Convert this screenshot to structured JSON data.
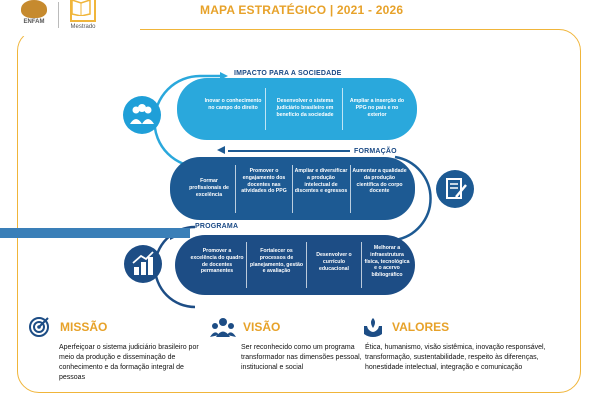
{
  "header": {
    "title": "MAPA ESTRATÉGICO | 2021 - 2026",
    "logo_enfam": "ENFAM",
    "logo_mestrado": "Mestrado"
  },
  "impacto": {
    "title": "IMPACTO PARA A SOCIEDADE",
    "items": [
      "Inovar o conhecimento no campo do direito",
      "Desenvolver o sistema judiciário brasileiro em benefício da sociedade",
      "Ampliar a inserção do PPG no país e no exterior"
    ]
  },
  "formacao": {
    "title": "FORMAÇÃO",
    "items": [
      "Formar profissionais de excelência",
      "Promover o engajamento dos docentes nas atividades do PPG",
      "Ampliar e diversificar a produção intelectual de discentes e egressos",
      "Aumentar a qualidade da produção científica do corpo docente"
    ]
  },
  "programa": {
    "title": "PROGRAMA",
    "items": [
      "Promover a excelência do quadro de docentes permanentes",
      "Fortalecer os processos de planejamento, gestão e avaliação",
      "Desenvolver o currículo educacional",
      "Melhorar a infraestrutura física, tecnológica e o acervo bibliográfico"
    ]
  },
  "missao": {
    "title": "MISSÃO",
    "text": "Aperfeiçoar o sistema judiciário brasileiro por meio da produção e disseminação de conhecimento e da formação integral de pessoas"
  },
  "visao": {
    "title": "VISÃO",
    "text": "Ser reconhecido como um programa transformador nas dimensões pessoal, institucional e social"
  },
  "valores": {
    "title": "VALORES",
    "text": "Ética, humanismo, visão sistêmica, inovação responsável, transformação, sustentabilidade, respeito às diferenças, honestidade intelectual, integração e comunicação"
  },
  "icons": [
    "people-icon",
    "document-pen-icon",
    "growth-chart-icon",
    "target-icon",
    "team-icon",
    "hands-plant-icon"
  ],
  "colors": {
    "accent": "#e7a22a",
    "light_blue": "#2aa8dc",
    "dark_blue": "#1d5a93",
    "navy": "#1b4a85"
  }
}
